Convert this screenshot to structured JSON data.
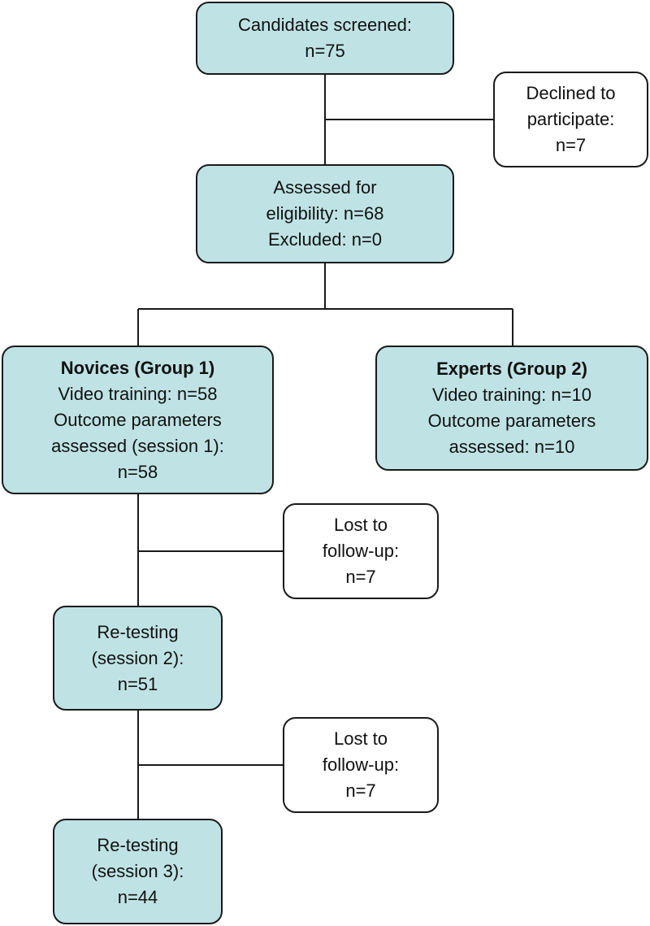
{
  "nodes": {
    "screened": {
      "lines": [
        "Candidates screened:",
        "n=75"
      ]
    },
    "declined": {
      "lines": [
        "Declined to",
        "participate:",
        "n=7"
      ]
    },
    "assessed": {
      "lines": [
        "Assessed for",
        "eligibility: n=68",
        "Excluded: n=0"
      ]
    },
    "novices": {
      "title": "Novices (Group 1)",
      "lines": [
        "Video training: n=58",
        "Outcome parameters",
        "assessed (session 1):",
        "n=58"
      ]
    },
    "experts": {
      "title": "Experts (Group 2)",
      "lines": [
        "Video training: n=10",
        "Outcome parameters",
        "assessed: n=10"
      ]
    },
    "lost1": {
      "lines": [
        "Lost to",
        "follow-up:",
        "n=7"
      ]
    },
    "retest2": {
      "lines": [
        "Re-testing",
        "(session 2):",
        "n=51"
      ]
    },
    "lost2": {
      "lines": [
        "Lost to",
        "follow-up:",
        "n=7"
      ]
    },
    "retest3": {
      "lines": [
        "Re-testing",
        "(session 3):",
        "n=44"
      ]
    }
  },
  "colors": {
    "teal_fill": "#bfe3e5",
    "white_fill": "#ffffff",
    "stroke": "#1a1a1a"
  }
}
